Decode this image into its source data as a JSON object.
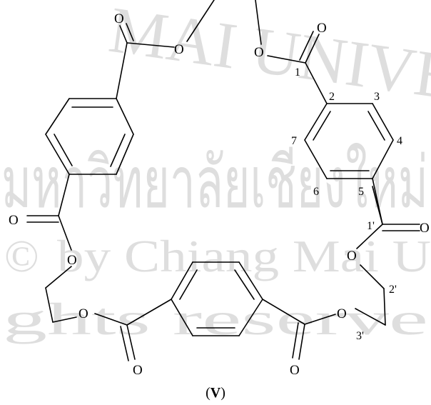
{
  "watermark": {
    "line1": "MAI UNIVERSITY",
    "line2": "มหาวิทยาลัยเชียงใหม่",
    "line3_copyright": "©",
    "line3": "by Chiang Mai U",
    "line4": "ghts reserve"
  },
  "atoms": {
    "o_top_left_carbonyl": "O",
    "o_top_left_ester": "O",
    "o_top_right_ester": "O",
    "o_top_right_carbonyl": "O",
    "o_left_carbonyl": "O",
    "o_left_ester": "O",
    "o_bottom_left_ester": "O",
    "o_bottom_left_carbonyl": "O",
    "o_bottom_right_carbonyl": "O",
    "o_bottom_right_ester": "O",
    "o_right_ester": "O",
    "o_right_carbonyl": "O"
  },
  "numbering": {
    "n1": "1",
    "n2": "2",
    "n3": "3",
    "n4": "4",
    "n5": "5",
    "n6": "6",
    "n7": "7",
    "n1p": "1'",
    "n2p": "2'",
    "n3p": "3'"
  },
  "compound_label": {
    "open": "(",
    "roman": "V",
    "close": ")"
  }
}
